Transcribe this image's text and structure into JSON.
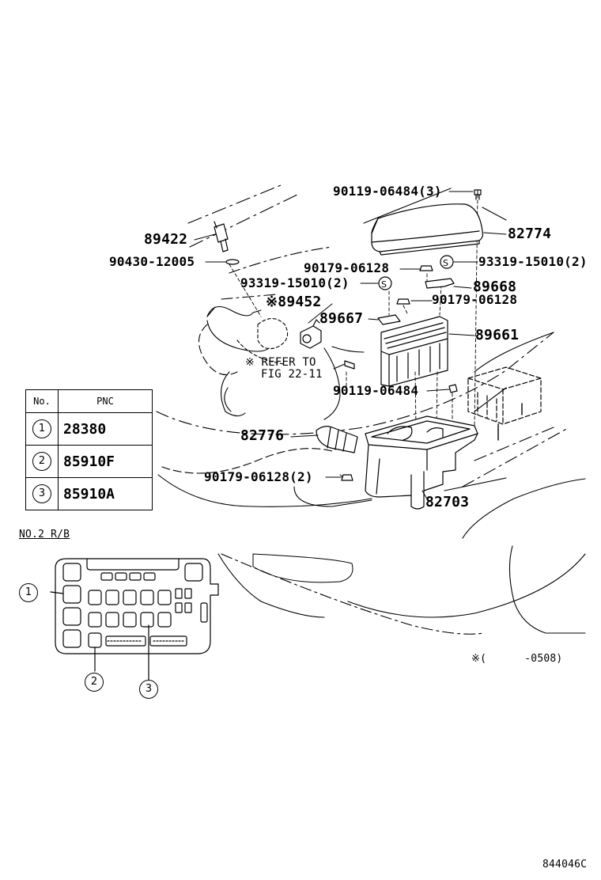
{
  "parts": {
    "p1": "90119-06484(3)",
    "p2": "82774",
    "p3": "89422",
    "p4": "90430-12005",
    "p5": "90179-06128",
    "p6": "93319-15010(2)",
    "p7": "93319-15010(2)",
    "p8": "89668",
    "p9": "※89452",
    "p10": "90179-06128",
    "p11": "89667",
    "p12": "89661",
    "p13": "90119-06484",
    "p14": "82776",
    "p15": "90179-06128(2)",
    "p16": "82703"
  },
  "refer": {
    "line1": "※ REFER TO",
    "line2": "FIG 22-11"
  },
  "table": {
    "header_no": "No.",
    "header_pnc": "PNC",
    "rows": [
      {
        "no": "1",
        "pnc": "28380"
      },
      {
        "no": "2",
        "pnc": "85910F"
      },
      {
        "no": "3",
        "pnc": "85910A"
      }
    ]
  },
  "relay_block": {
    "title": "NO.2 R/B",
    "callouts": [
      "1",
      "2",
      "3"
    ]
  },
  "footnote": "※(      -0508)",
  "diagram_code": "844046C"
}
